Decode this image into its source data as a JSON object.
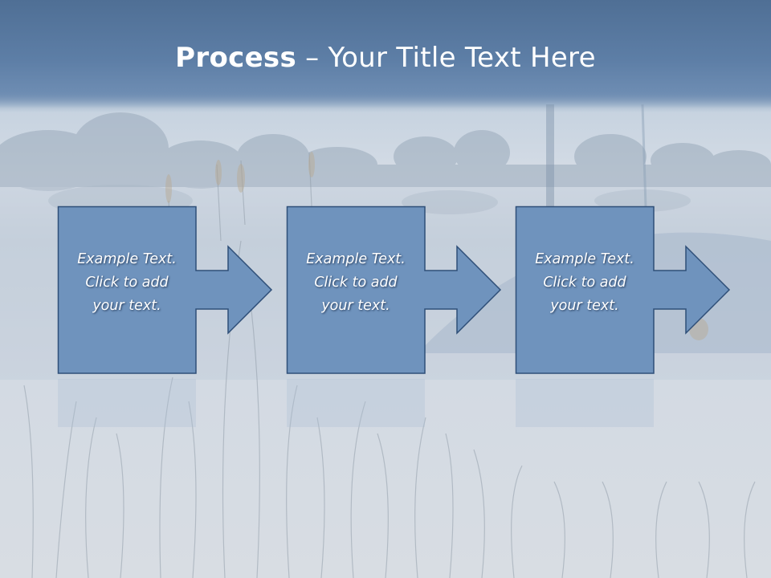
{
  "slide": {
    "title_bold": "Process",
    "title_rest": " – Your Title Text Here"
  },
  "steps": [
    {
      "line1": "Example Text.",
      "line2": "Click  to add",
      "line3": "your text."
    },
    {
      "line1": "Example Text.",
      "line2": "Click  to add",
      "line3": "your text."
    },
    {
      "line1": "Example Text.",
      "line2": "Click  to add",
      "line3": "your text."
    }
  ],
  "colors": {
    "title_band": "#5d7ea6",
    "box_fill": "#6f93bd",
    "box_border": "#2f4f78",
    "text": "#ffffff"
  }
}
